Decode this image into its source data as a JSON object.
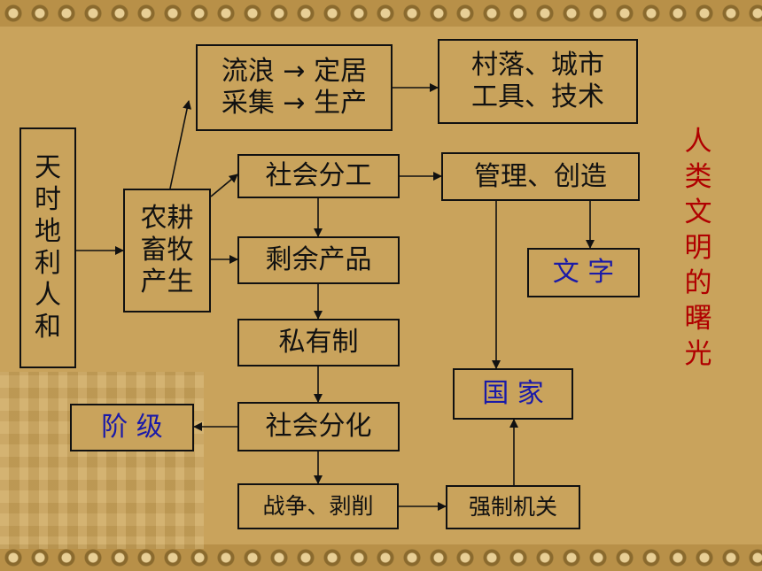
{
  "nodes": {
    "tianshi": "天\n时\n地\n利\n人\n和",
    "nonggeng": "农耕\n畜牧\n产生",
    "liulang": "流浪 → 定居\n采集 → 生产",
    "cunluo": "村落、城市\n工具、技术",
    "shehui_fengong": "社会分工",
    "guanli": "管理、创造",
    "shengyu": "剩余产品",
    "wenzi": "文 字",
    "siyou": "私有制",
    "guojia": "国 家",
    "jieji": "阶 级",
    "shehui_fenhua": "社会分化",
    "zhanzheng": "战争、剥削",
    "qiangzhi": "强制机关"
  },
  "side_title": "人\n类\n文\n明\n的\n曙\n光",
  "colors": {
    "background": "#c9a35c",
    "border_line": "#111111",
    "accent_blue": "#1a1aa8",
    "title_red": "#b00000"
  }
}
